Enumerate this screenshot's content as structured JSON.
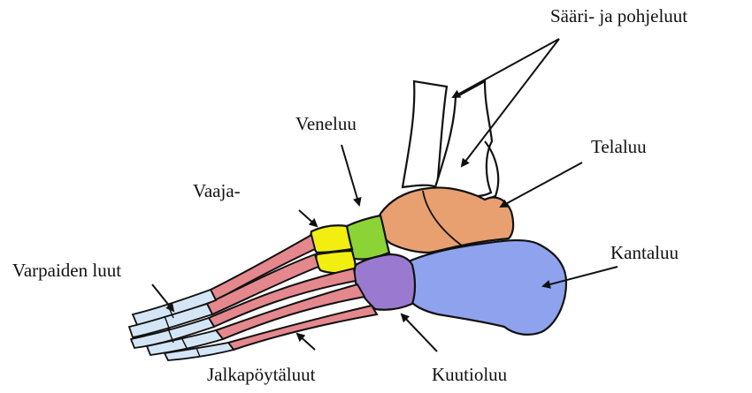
{
  "labels": {
    "sari_pohjeluut": "Sääri- ja pohjeluut",
    "telaluu": "Telaluu",
    "veneluu": "Veneluu",
    "vaaja": "Vaaja-",
    "varpaiden_luut": "Varpaiden luut",
    "kantaluu": "Kantaluu",
    "jalkapoytaluut": "Jalkapöytäluut",
    "kuutioluu": "Kuutioluu"
  },
  "colors": {
    "outline": "#111111",
    "tibia_fibula": "#ffffff",
    "talus": "#e8a070",
    "calcaneus": "#8ea2ee",
    "navicular": "#8cd436",
    "cuneiform": "#f2ee10",
    "cuboid": "#9a7ad0",
    "metatarsals": "#e4888e",
    "phalanges": "#d4e6f6",
    "arrows": "#111111"
  },
  "icons": {
    "arrow": "arrow-icon"
  }
}
